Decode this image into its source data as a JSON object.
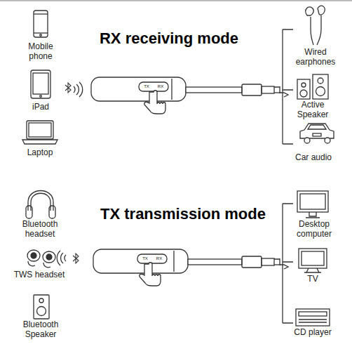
{
  "diagram": {
    "labels": [
      "RX receiving mode",
      "Mobile phone",
      "iPad",
      "Laptop",
      "TX",
      "RX",
      "Wired earphones",
      "Active Speaker",
      "Car audio",
      "TX transmission mode",
      "Bluetooth headset",
      "TWS headset",
      "Bluetooth Speaker",
      "TX",
      "RX",
      "Desktop computer",
      "TV",
      "CD player"
    ]
  }
}
